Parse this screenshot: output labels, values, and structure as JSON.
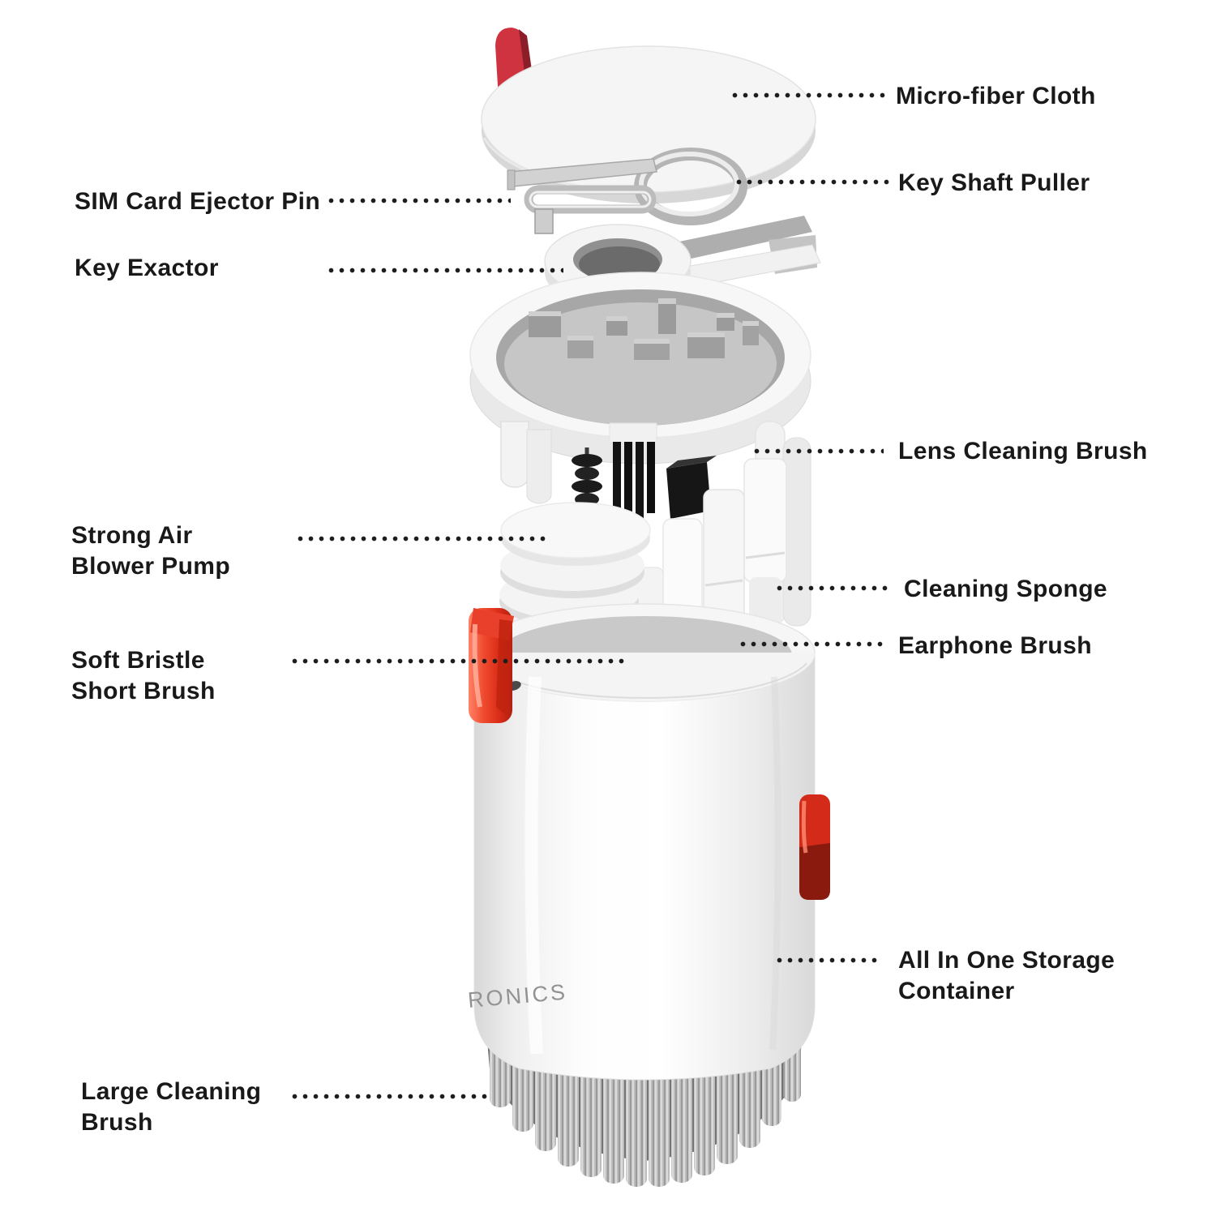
{
  "product": {
    "brand_text": "RONICS",
    "colors": {
      "accent_red": "#e03a27",
      "lid_tab_red": "#c9303e",
      "body_white": "#f5f5f5",
      "tray_gray": "#bdbdbd",
      "tool_black": "#1a1a1a",
      "bristle_gray": "#c9c9c9",
      "metal_gray": "#c0c0c0",
      "leader_dot": "#1d1d1d"
    }
  },
  "labels": {
    "left": [
      {
        "id": "sim-card-ejector-pin",
        "text": "SIM Card Ejector Pin"
      },
      {
        "id": "key-exactor",
        "text": "Key Exactor"
      },
      {
        "id": "strong-air-blower-pump",
        "text": "Strong Air\nBlower Pump"
      },
      {
        "id": "soft-bristle-short-brush",
        "text": "Soft Bristle\nShort Brush"
      },
      {
        "id": "large-cleaning-brush",
        "text": "Large Cleaning\nBrush"
      }
    ],
    "right": [
      {
        "id": "micro-fiber-cloth",
        "text": "Micro-fiber Cloth"
      },
      {
        "id": "key-shaft-puller",
        "text": "Key Shaft Puller"
      },
      {
        "id": "lens-cleaning-brush",
        "text": "Lens Cleaning Brush"
      },
      {
        "id": "cleaning-sponge",
        "text": "Cleaning Sponge"
      },
      {
        "id": "earphone-brush",
        "text": "Earphone Brush"
      },
      {
        "id": "all-in-one-storage-container",
        "text": "All In One Storage\nContainer"
      }
    ]
  }
}
